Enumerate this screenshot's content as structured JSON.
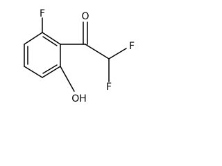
{
  "molecule": {
    "atoms": {
      "oxygen_carbonyl": "O",
      "fluorine_ring": "F",
      "fluorine_upper": "F",
      "fluorine_lower": "F",
      "hydroxyl": "OH"
    }
  },
  "colors": {
    "bond": "#000000",
    "text": "#000000",
    "background": "#ffffff"
  }
}
